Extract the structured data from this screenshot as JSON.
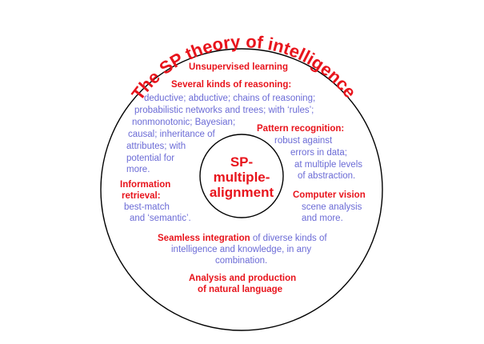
{
  "colors": {
    "heading": "#e8141c",
    "body": "#6b6bd6",
    "circle": "#000000",
    "background": "#ffffff"
  },
  "title": "The SP theory of intelligence",
  "center": {
    "lines": [
      "SP-",
      "multiple-",
      "alignment"
    ]
  },
  "unsupervised": {
    "heading": "Unsupervised learning"
  },
  "reasoning": {
    "heading": "Several kinds of reasoning:",
    "lines": [
      "deductive; abductive; chains of reasoning;",
      "probabilistic networks and trees; with ‘rules’;",
      "nonmonotonic; Bayesian;",
      "causal; inheritance of",
      "attributes; with",
      "potential for",
      "more."
    ]
  },
  "pattern": {
    "heading": "Pattern recognition:",
    "lines": [
      "robust against",
      "errors in data;",
      "at multiple levels",
      "of abstraction."
    ]
  },
  "retrieval": {
    "heading_lines": [
      "Information",
      "retrieval:"
    ],
    "lines": [
      "best-match",
      "and ‘semantic’."
    ]
  },
  "vision": {
    "heading": "Computer vision",
    "lines": [
      "scene analysis",
      "and more."
    ]
  },
  "integration": {
    "heading": "Seamless integration",
    "rest": " of diverse kinds of",
    "lines": [
      "intelligence and knowledge, in any",
      "combination."
    ]
  },
  "language": {
    "heading_lines": [
      "Analysis and production",
      "of natural language"
    ]
  }
}
